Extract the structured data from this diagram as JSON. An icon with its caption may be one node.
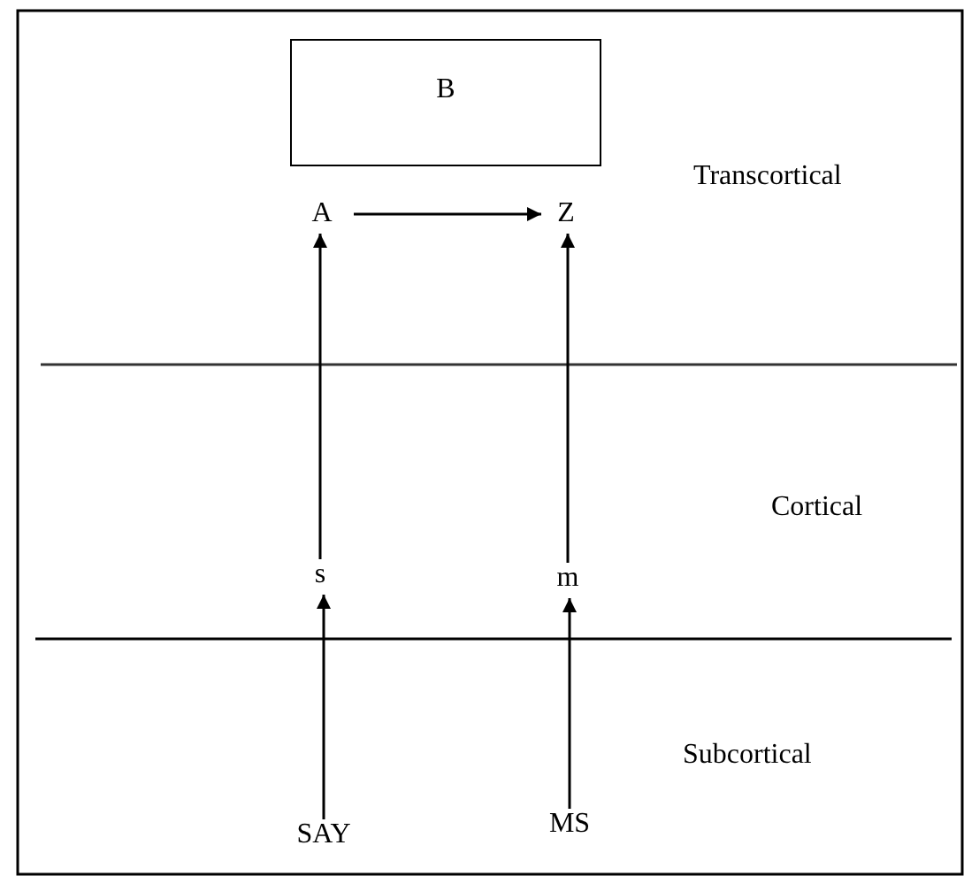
{
  "diagram": {
    "nodes": [
      {
        "text": [
          "B"
        ]
      },
      {
        "text": [
          "A"
        ]
      },
      {
        "text": [
          "Z"
        ]
      },
      {
        "text": [
          "s"
        ]
      },
      {
        "text": [
          "m"
        ]
      },
      {
        "text": [
          "SAY"
        ]
      },
      {
        "text": [
          "MS"
        ]
      }
    ],
    "edges": [
      {
        "from": 1,
        "to": 2,
        "arrow": "to"
      },
      {
        "from": 3,
        "to": 1,
        "arrow": "to"
      },
      {
        "from": 4,
        "to": 2,
        "arrow": "to"
      },
      {
        "from": 5,
        "to": 3,
        "arrow": "to"
      },
      {
        "from": 6,
        "to": 4,
        "arrow": "to"
      }
    ],
    "labels": [
      "Transcortical",
      "Cortical",
      "Subcortical"
    ]
  }
}
